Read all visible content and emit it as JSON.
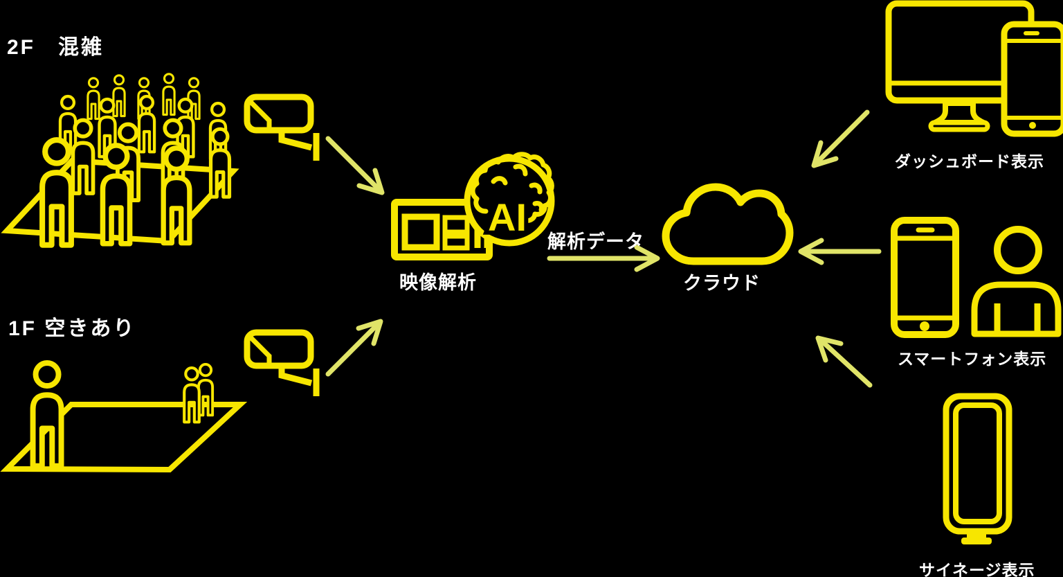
{
  "colors": {
    "background": "#000000",
    "accent": "#f7e600",
    "arrow": "#e0e468",
    "text": "#ffffff"
  },
  "nodes": {
    "floor2": {
      "label": "2F　混雑"
    },
    "floor1": {
      "label": "1F 空きあり"
    },
    "video_analysis": {
      "label": "映像解析"
    },
    "ai_badge": {
      "label": "AI"
    },
    "analysis_data": {
      "label": "解析データ"
    },
    "cloud": {
      "label": "クラウド"
    },
    "dashboard": {
      "label": "ダッシュボード表示"
    },
    "smartphone": {
      "label": "スマートフォン表示"
    },
    "signage": {
      "label": "サイネージ表示"
    }
  },
  "connections": [
    {
      "from": "camera-2f",
      "to": "video-analysis"
    },
    {
      "from": "camera-1f",
      "to": "video-analysis"
    },
    {
      "from": "video-analysis",
      "to": "cloud",
      "label": "解析データ"
    },
    {
      "from": "cloud",
      "to": "dashboard-display"
    },
    {
      "from": "cloud",
      "to": "smartphone-display"
    },
    {
      "from": "cloud",
      "to": "signage-display"
    }
  ]
}
